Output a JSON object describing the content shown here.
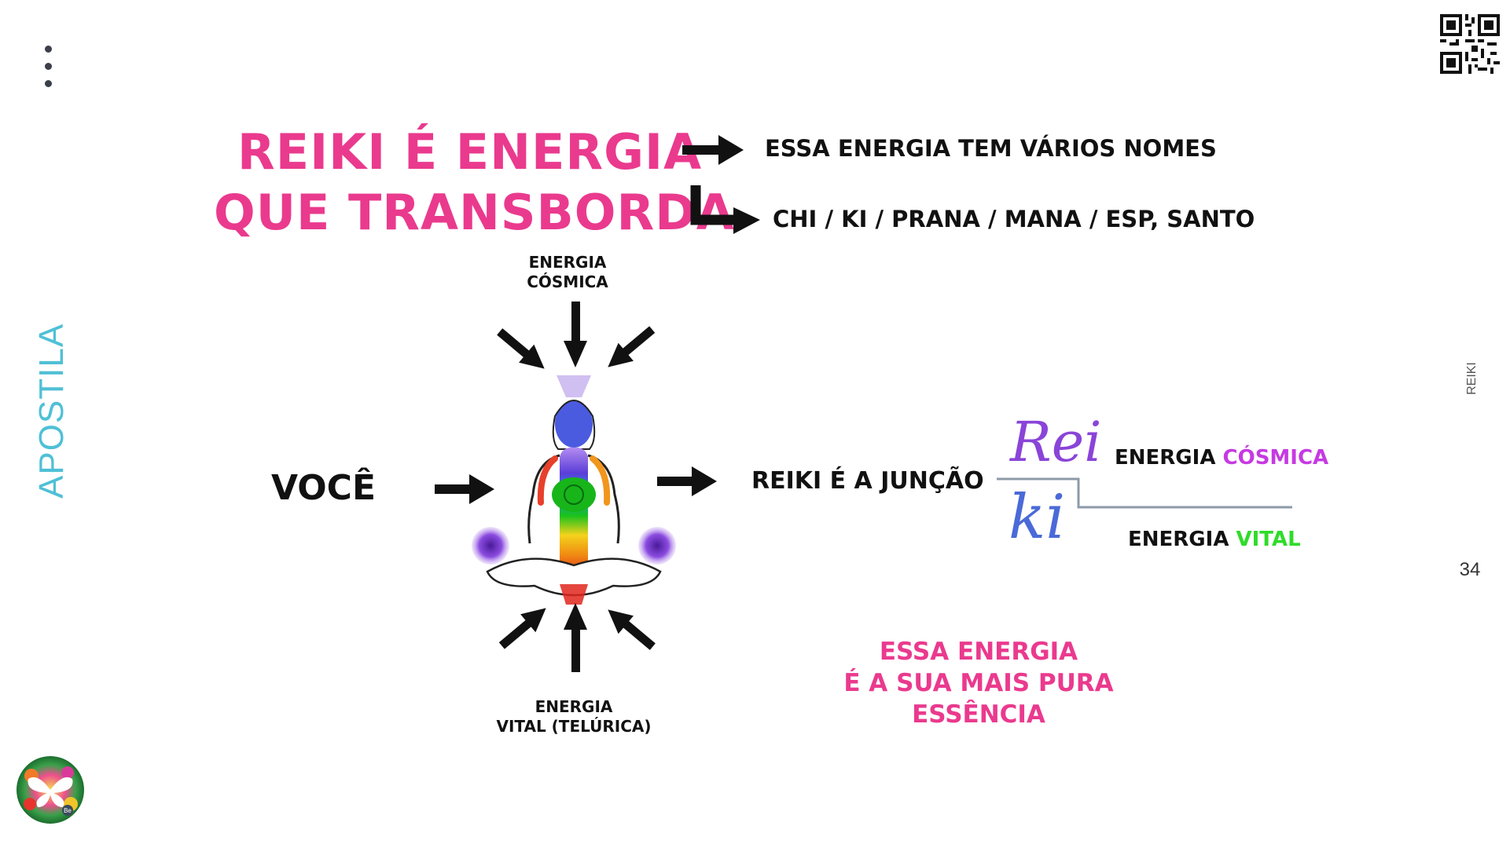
{
  "sidebar": {
    "vertical_label": "APOSTILA",
    "vertical_label_color": "#4fc0d6"
  },
  "right_rail": {
    "section_label": "REIKI",
    "page_number": "34"
  },
  "title": {
    "line1": "REIKI É ENERGIA",
    "line2": "QUE TRANSBORDA",
    "color": "#ea3a8e"
  },
  "names": {
    "statement": "ESSA ENERGIA TEM VÁRIOS NOMES",
    "list": "CHI / KI / PRANA / MANA / ESP, SANTO"
  },
  "diagram": {
    "top_caption_line1": "ENERGIA",
    "top_caption_line2": "CÓSMICA",
    "bottom_caption_line1": "ENERGIA",
    "bottom_caption_line2": "VITAL (TELÚRICA)",
    "you_label": "VOCÊ",
    "junction_label": "REIKI É A JUNÇÃO"
  },
  "reiki_split": {
    "rei_script": "Rei",
    "ki_script": "ki",
    "cosmic_prefix": "ENERGIA",
    "cosmic_highlight": "CÓSMICA",
    "cosmic_color": "#c63ae2",
    "vital_prefix": "ENERGIA",
    "vital_highlight": "VITAL",
    "vital_color": "#2fdc2a"
  },
  "essence": {
    "line1": "ESSA ENERGIA",
    "line2": "É A SUA MAIS PURA ESSÊNCIA"
  },
  "icons": [
    "more-vertical-icon",
    "qr-code-icon",
    "arrow-right-icon",
    "arrow-down-icon",
    "meditating-figure-icon",
    "butterfly-logo-icon"
  ]
}
